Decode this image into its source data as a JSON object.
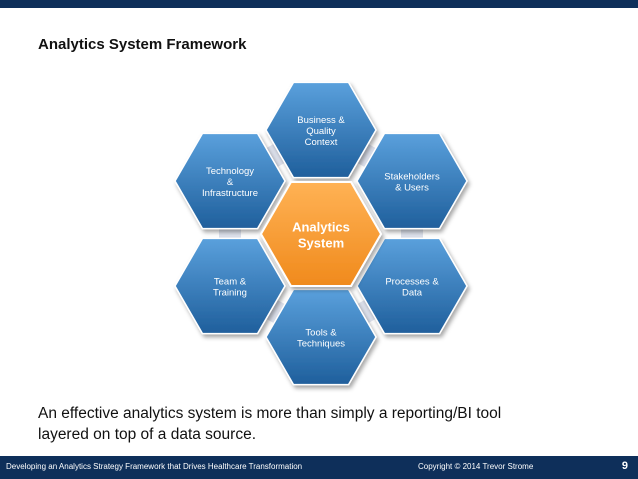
{
  "slide": {
    "title": "Analytics System Framework",
    "caption_line1": "An effective analytics system is more than simply a reporting/BI tool",
    "caption_line2": "layered on top of a data source."
  },
  "diagram": {
    "center": {
      "lines": [
        "Analytics",
        "System"
      ],
      "color": "#f79a2a"
    },
    "nodes": [
      {
        "id": "business",
        "lines": [
          "Business &",
          "Quality",
          "Context"
        ]
      },
      {
        "id": "stakeholders",
        "lines": [
          "Stakeholders",
          "& Users"
        ]
      },
      {
        "id": "processes",
        "lines": [
          "Processes &",
          "Data"
        ]
      },
      {
        "id": "tools",
        "lines": [
          "Tools &",
          "Techniques"
        ]
      },
      {
        "id": "team",
        "lines": [
          "Team &",
          "Training"
        ]
      },
      {
        "id": "technology",
        "lines": [
          "Technology",
          "&",
          "Infrastructure"
        ]
      }
    ],
    "node_color": "#2f74b5",
    "connector_color": "#dde1ec"
  },
  "footer": {
    "left_text": "Developing an Analytics Strategy Framework that Drives Healthcare Transformation",
    "center_text": "Copyright © 2014 Trevor Strome",
    "page_number": "9"
  },
  "colors": {
    "bar": "#0e2f5a"
  }
}
